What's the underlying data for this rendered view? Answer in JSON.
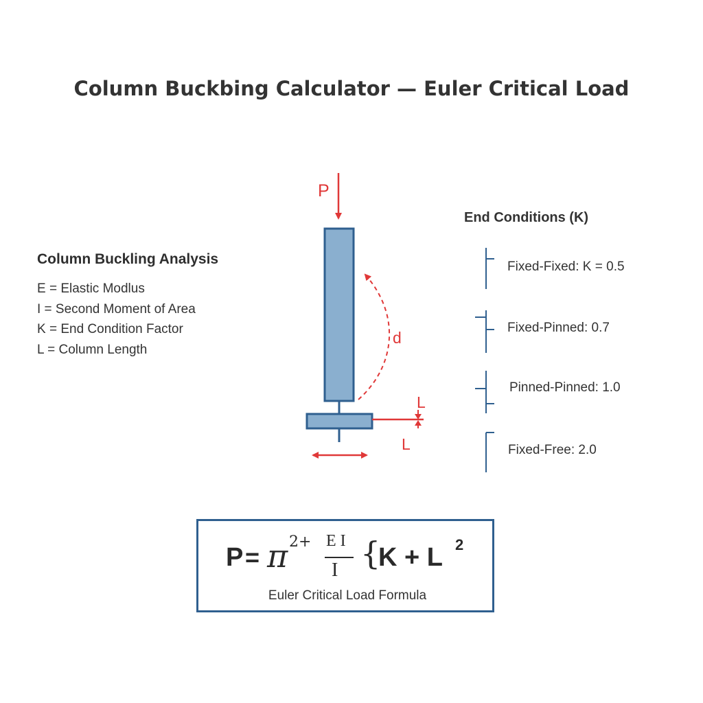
{
  "title": "Column Buckbing Calculator — Euler Critical Load",
  "legend": {
    "heading": "Column Buckling Analysis",
    "rows": [
      "E = Elastic Modlus",
      "I = Second Moment of Area",
      "K = End Condition Factor",
      "L = Column Length"
    ]
  },
  "diagram": {
    "load_label": "P",
    "deflection_label": "d",
    "length_label_top": "L",
    "length_label_bottom": "L",
    "colors": {
      "column_fill": "#8aafcf",
      "column_stroke": "#2f5f8f",
      "annotation": "#e03838"
    }
  },
  "end_conditions": {
    "heading": "End Conditions (K)",
    "items": [
      "Fixed-Fixed: K = 0.5",
      "Fixed-Pinned: 0.7",
      "Pinned-Pinned: 1.0",
      "Fixed-Free: 2.0"
    ]
  },
  "formula": {
    "p": "P",
    "equals": "=",
    "pi": "π",
    "superscript": "2+",
    "numerator": "E I",
    "denominator": "I",
    "brace": "{",
    "rest": "K + L",
    "exponent": "2",
    "caption": "Euler Critical Load Formula"
  }
}
